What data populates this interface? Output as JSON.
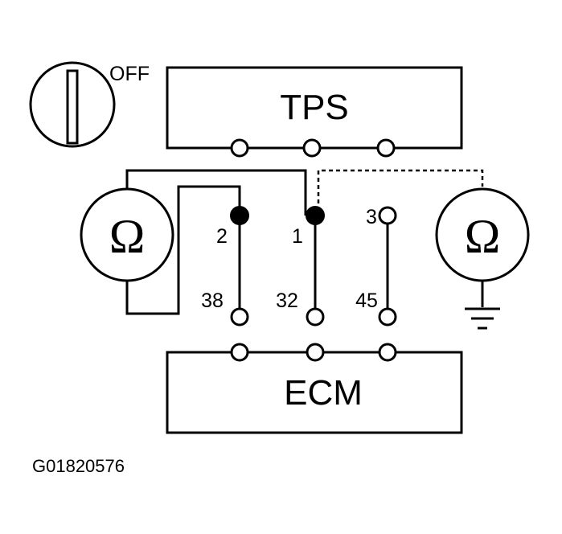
{
  "switch": {
    "state_label": "OFF"
  },
  "components": {
    "tps_label": "TPS",
    "ecm_label": "ECM"
  },
  "pins": {
    "tps_2": "2",
    "tps_1": "1",
    "tps_3": "3",
    "ecm_38": "38",
    "ecm_32": "32",
    "ecm_45": "45"
  },
  "meters": {
    "left_symbol": "Ω",
    "right_symbol": "Ω"
  },
  "figure_code": "G01820576"
}
